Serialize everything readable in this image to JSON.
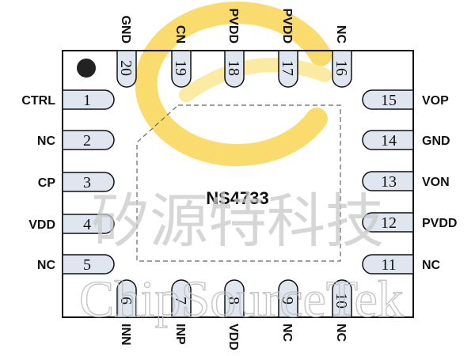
{
  "chip": {
    "part_number": "NS4733"
  },
  "watermark": {
    "cjk_text": "矽源特科技",
    "latin_text": "ChipSourceTek",
    "logo_colors": [
      "#f9d44a",
      "#fbe58a"
    ]
  },
  "colors": {
    "pad_fill": "#dfe6f0",
    "outline": "#111111",
    "pin1_dot": "#222222"
  },
  "pins": {
    "left": [
      {
        "num": "1",
        "name": "CTRL"
      },
      {
        "num": "2",
        "name": "NC"
      },
      {
        "num": "3",
        "name": "CP"
      },
      {
        "num": "4",
        "name": "VDD"
      },
      {
        "num": "5",
        "name": "NC"
      }
    ],
    "bottom": [
      {
        "num": "6",
        "name": "INN"
      },
      {
        "num": "7",
        "name": "INP"
      },
      {
        "num": "8",
        "name": "VDD"
      },
      {
        "num": "9",
        "name": "NC"
      },
      {
        "num": "10",
        "name": "NC"
      }
    ],
    "right": [
      {
        "num": "11",
        "name": "NC"
      },
      {
        "num": "12",
        "name": "PVDD"
      },
      {
        "num": "13",
        "name": "VON"
      },
      {
        "num": "14",
        "name": "GND"
      },
      {
        "num": "15",
        "name": "VOP"
      }
    ],
    "top": [
      {
        "num": "16",
        "name": "NC"
      },
      {
        "num": "17",
        "name": "PVDD"
      },
      {
        "num": "18",
        "name": "PVDD"
      },
      {
        "num": "19",
        "name": "CN"
      },
      {
        "num": "20",
        "name": "GND"
      }
    ]
  }
}
